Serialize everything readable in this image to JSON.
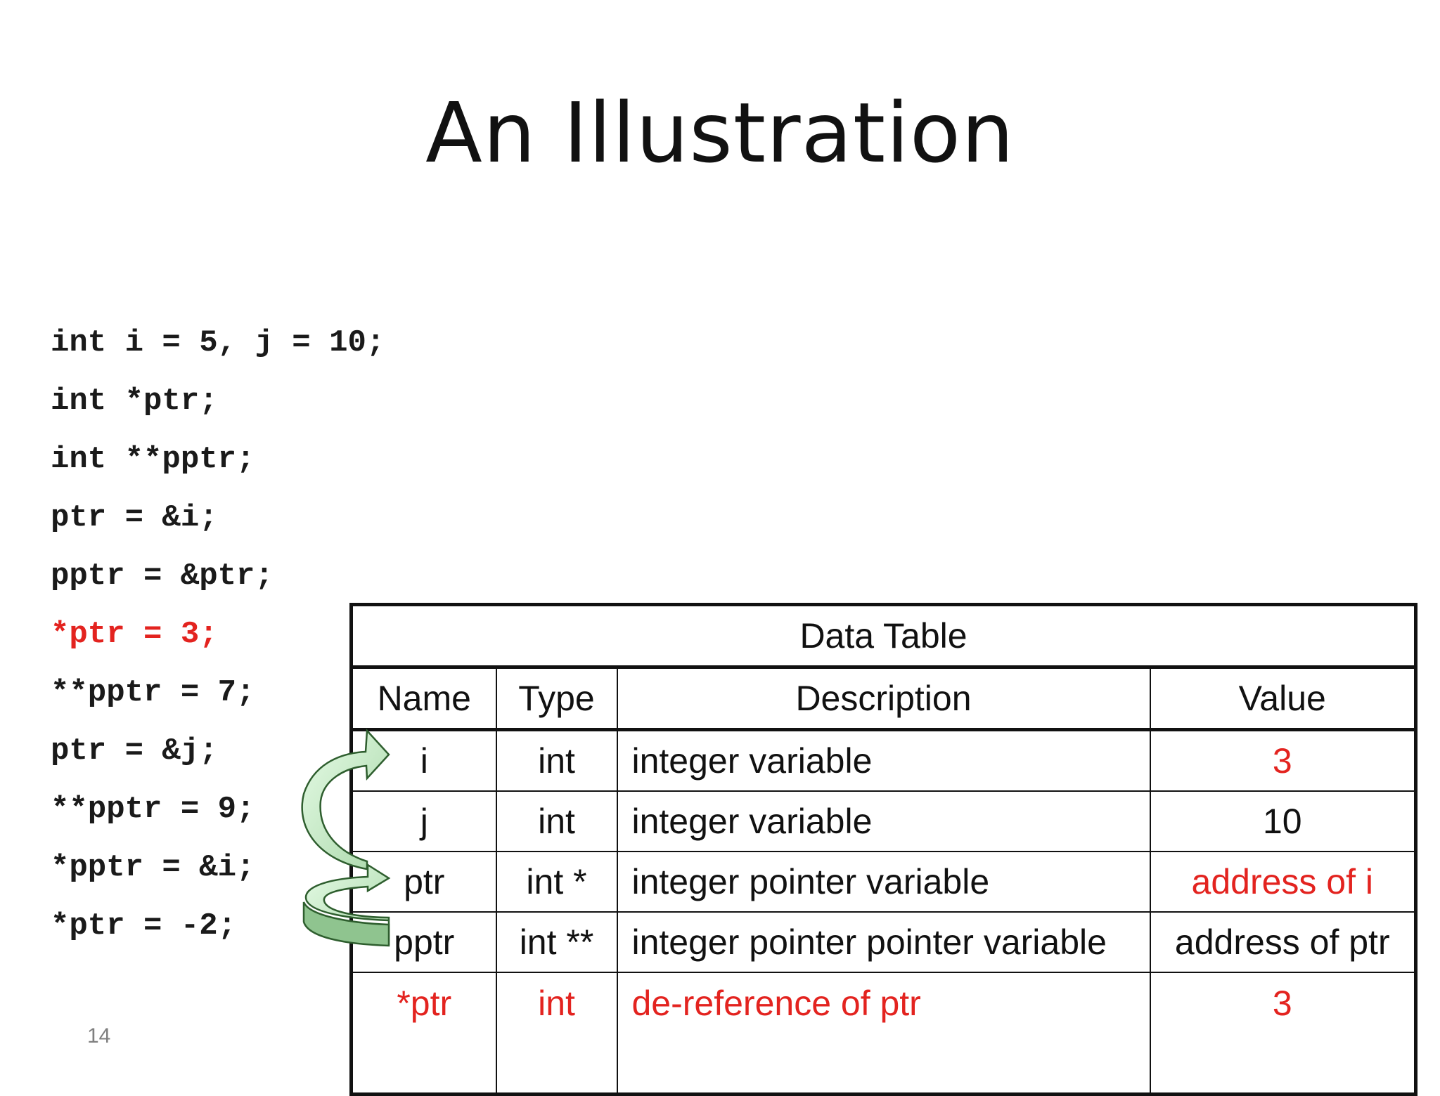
{
  "title": "An Illustration",
  "code": [
    {
      "text": "int i = 5, j = 10;",
      "highlight": false
    },
    {
      "text": "int *ptr;",
      "highlight": false
    },
    {
      "text": "int **pptr;",
      "highlight": false
    },
    {
      "text": "ptr = &i;",
      "highlight": false
    },
    {
      "text": "pptr = &ptr;",
      "highlight": false
    },
    {
      "text": "*ptr = 3;",
      "highlight": true
    },
    {
      "text": "**pptr = 7;",
      "highlight": false
    },
    {
      "text": "ptr = &j;",
      "highlight": false
    },
    {
      "text": "**pptr = 9;",
      "highlight": false
    },
    {
      "text": "*pptr = &i;",
      "highlight": false
    },
    {
      "text": "*ptr = -2;",
      "highlight": false
    }
  ],
  "slide_number": "14",
  "table": {
    "caption": "Data Table",
    "headers": [
      "Name",
      "Type",
      "Description",
      "Value"
    ],
    "rows": [
      {
        "name": "i",
        "type": "int",
        "description": "integer variable",
        "value": "3"
      },
      {
        "name": "j",
        "type": "int",
        "description": "integer variable",
        "value": "10"
      },
      {
        "name": "ptr",
        "type": "int *",
        "description": "integer pointer variable",
        "value": "address of i"
      },
      {
        "name": "pptr",
        "type": "int **",
        "description": "integer pointer pointer variable",
        "value": "address of ptr"
      },
      {
        "name": "*ptr",
        "type": "int",
        "description": "de-reference of ptr",
        "value": "3"
      }
    ]
  },
  "colors": {
    "highlight": "#e3231f",
    "text": "#111111",
    "arrow_fill": "#c9f2c9",
    "arrow_stroke": "#2e5e2e"
  }
}
